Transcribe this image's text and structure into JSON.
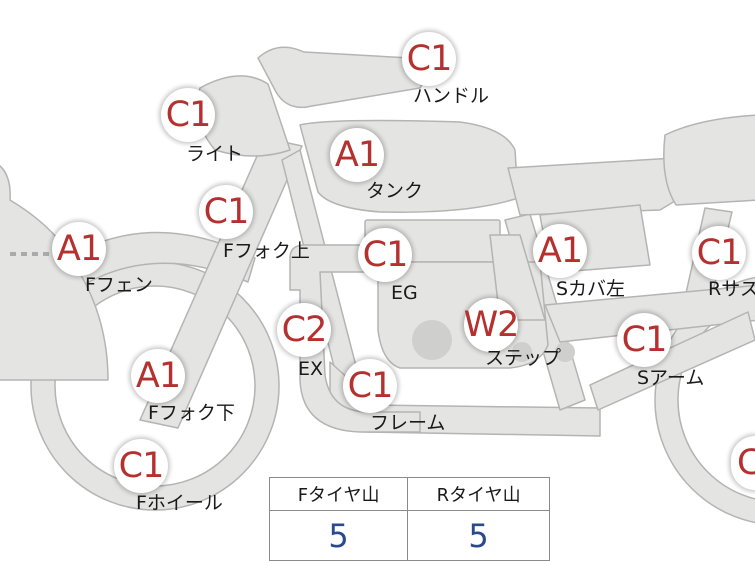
{
  "parts": [
    {
      "key": "handle",
      "grade": "C1",
      "label": "ハンドル"
    },
    {
      "key": "light",
      "grade": "C1",
      "label": "ライト"
    },
    {
      "key": "tank",
      "grade": "A1",
      "label": "タンク"
    },
    {
      "key": "ffork_upper",
      "grade": "C1",
      "label": "Fフォク上"
    },
    {
      "key": "ffender",
      "grade": "A1",
      "label": "Fフェン"
    },
    {
      "key": "eg",
      "grade": "C1",
      "label": "EG"
    },
    {
      "key": "scover_left",
      "grade": "A1",
      "label": "Sカバ左"
    },
    {
      "key": "rsus",
      "grade": "C1",
      "label": "Rサス"
    },
    {
      "key": "ex",
      "grade": "C2",
      "label": "EX"
    },
    {
      "key": "step",
      "grade": "W2",
      "label": "ステップ"
    },
    {
      "key": "sarm",
      "grade": "C1",
      "label": "Sアーム"
    },
    {
      "key": "ffork_lower",
      "grade": "A1",
      "label": "Fフォク下"
    },
    {
      "key": "frame",
      "grade": "C1",
      "label": "フレーム"
    },
    {
      "key": "fwheel",
      "grade": "C1",
      "label": "Fホイール"
    },
    {
      "key": "rwheel",
      "grade": "C",
      "label": ""
    }
  ],
  "tire_table": {
    "headers": [
      "Fタイヤ山",
      "Rタイヤ山"
    ],
    "values": [
      "5",
      "5"
    ]
  },
  "colors": {
    "part_fill": "#e4e4e2",
    "part_stroke": "#b4b4b2",
    "grade_text": "#b5312f",
    "value_text": "#2b4a8c"
  }
}
